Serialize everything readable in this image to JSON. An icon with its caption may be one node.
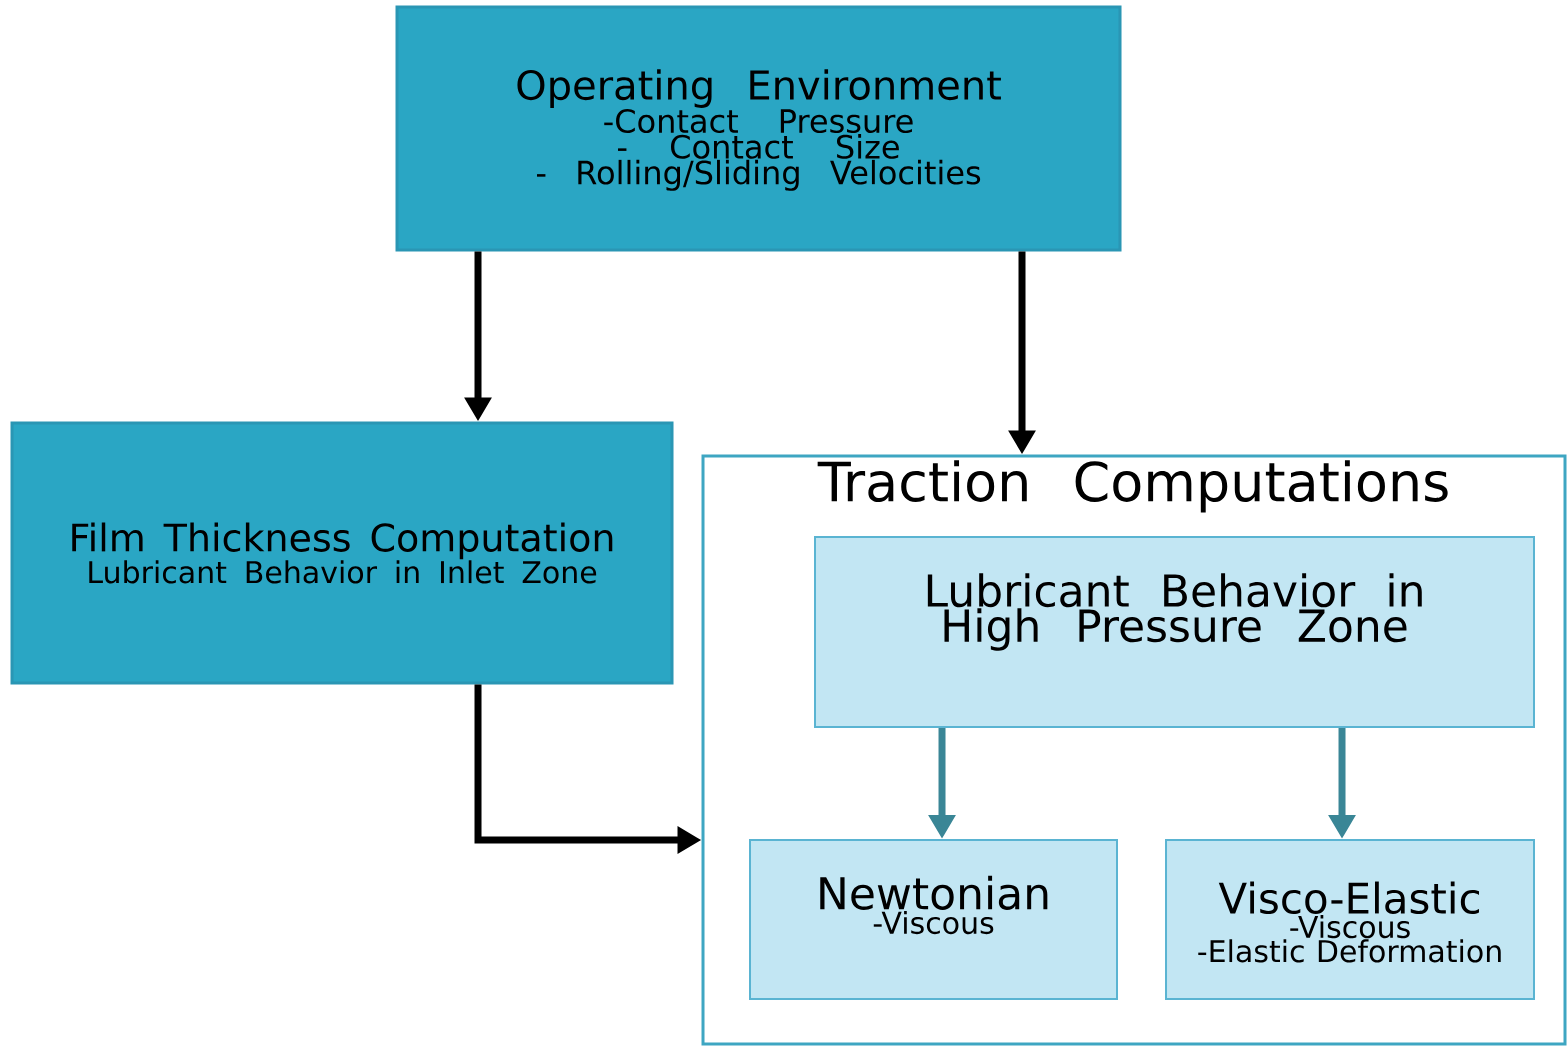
{
  "diagram": {
    "nodes": [
      {
        "text": [
          "Operating Environment",
          "-Contact Pressure",
          "- Contact Size",
          "- Rolling/Sliding Velocities"
        ]
      },
      {
        "text": [
          "Film Thickness Computation",
          "Lubricant Behavior in Inlet Zone"
        ]
      },
      {
        "text": [
          "Traction Computations"
        ]
      },
      {
        "text": [
          "Lubricant Behavior in High Pressure Zone"
        ],
        "in": 2
      },
      {
        "text": [
          "Newtonian",
          "-Viscous"
        ],
        "in": 2
      },
      {
        "text": [
          "Visco-Elastic",
          "-Viscous",
          "-Elastic Deformation"
        ],
        "in": 2
      }
    ],
    "edges": [
      {
        "from": 0,
        "to": 1,
        "arrow": "to"
      },
      {
        "from": 0,
        "to": 2,
        "arrow": "to"
      },
      {
        "from": 1,
        "to": 2,
        "arrow": "to"
      },
      {
        "from": 3,
        "to": 4,
        "arrow": "to",
        "color": "#3a8696"
      },
      {
        "from": 3,
        "to": 5,
        "arrow": "to",
        "color": "#3a8696"
      }
    ]
  }
}
